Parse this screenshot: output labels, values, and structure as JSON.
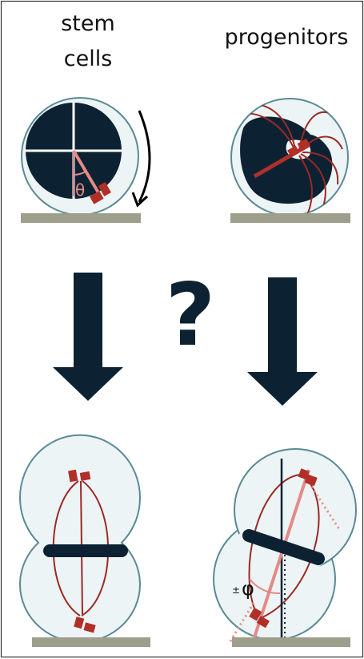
{
  "labels": {
    "stem_line1": "stem",
    "stem_line2": "cells",
    "progenitors": "progenitors",
    "question": "?",
    "theta": "θ",
    "pm": "±",
    "phi": "φ"
  },
  "colors": {
    "navy": "#0c2233",
    "cell_fill": "#edf4f6",
    "cell_stroke": "#5a8a94",
    "spindle": "#9a2a24",
    "centrosome": "#b03028",
    "pink": "#e58a85",
    "ground": "#9e9e8c",
    "border": "#333333"
  }
}
